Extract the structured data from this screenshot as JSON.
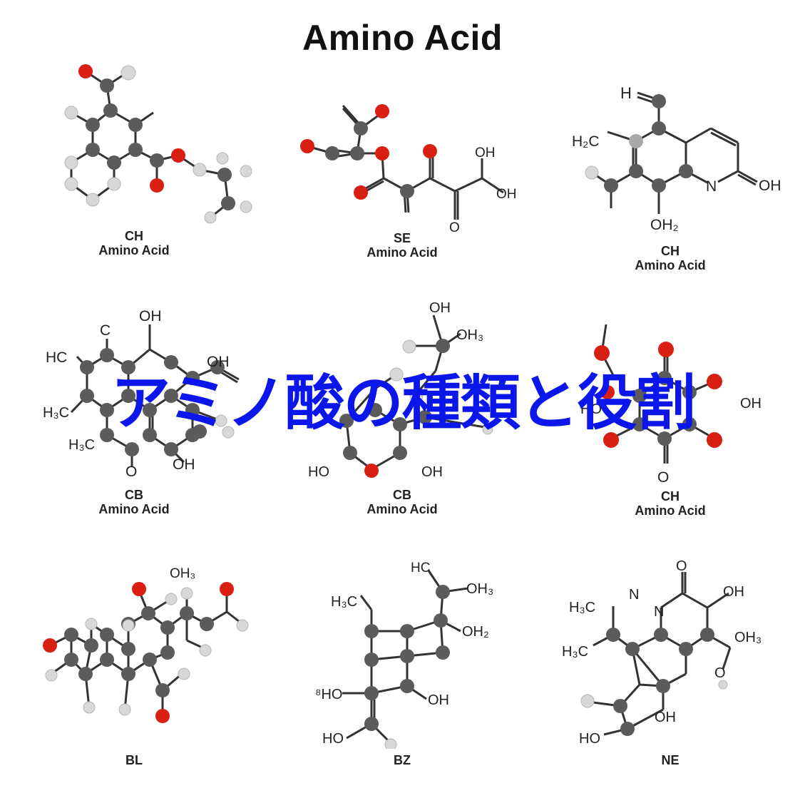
{
  "title": "Amino Acid",
  "overlay_text": "アミノ酸の種類と役割",
  "colors": {
    "overlay": "#0b17ea",
    "carbon": "#5b5b5b",
    "oxygen": "#d81f12",
    "hydrogen": "#dcdcdc"
  },
  "molecules": [
    {
      "code": "CH",
      "subtitle": "Amino Acid",
      "labels": []
    },
    {
      "code": "SE",
      "subtitle": "Amino Acid",
      "labels": [
        "OH",
        "OH",
        "O"
      ]
    },
    {
      "code": "CH",
      "subtitle": "Amino Acid",
      "labels": [
        "H",
        "H₂C",
        "N",
        "OH",
        "OH₂"
      ]
    },
    {
      "code": "CB",
      "subtitle": "Amino Acid",
      "labels": [
        "OH",
        "C",
        "HC",
        "OH",
        "H₃C",
        "H₃C",
        "O",
        "OH"
      ]
    },
    {
      "code": "CB",
      "subtitle": "Amino Acid",
      "labels": [
        "OH",
        "OH₃",
        "HO",
        "OH"
      ]
    },
    {
      "code": "CH",
      "subtitle": "Amino Acid",
      "labels": [
        "HO",
        "OH",
        "O"
      ]
    },
    {
      "code": "BL",
      "subtitle": "",
      "labels": [
        "OH₃"
      ]
    },
    {
      "code": "BZ",
      "subtitle": "",
      "labels": [
        "HC",
        "OH₃",
        "H₃C",
        "OH₂",
        "⁸HO",
        "OH",
        "HO"
      ]
    },
    {
      "code": "NE",
      "subtitle": "",
      "labels": [
        "O",
        "OH",
        "H₃C",
        "N",
        "N",
        "H₃C",
        "OH₃",
        "O",
        "OH",
        "HO"
      ]
    }
  ]
}
